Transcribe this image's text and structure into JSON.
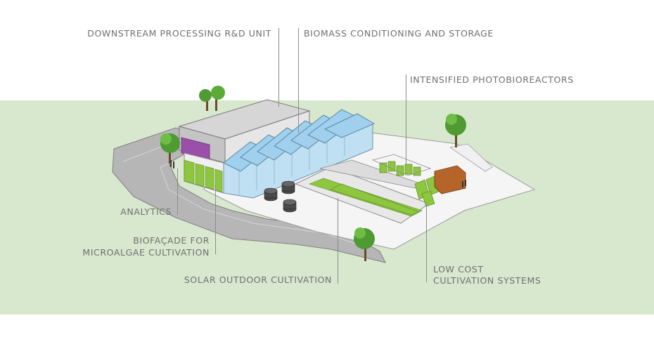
{
  "labels": {
    "downstream": "DOWNSTREAM PROCESSING R&D UNIT",
    "biomass": "BIOMASS CONDITIONING AND STORAGE",
    "photobioreactors": "INTENSIFIED PHOTOBIOREACTORS",
    "analytics": "ANALYTICS",
    "biofacade_1": "BIOFAÇADE FOR",
    "biofacade_2": "MICROALGAE CULTIVATION",
    "solar": "SOLAR OUTDOOR CULTIVATION",
    "lowcost_1": "LOW COST",
    "lowcost_2": "CULTIVATION SYSTEMS"
  },
  "colors": {
    "background_band": "#d7e8cf",
    "road": "#b9b9b9",
    "platform": "#f4f4f4",
    "greenhouse_glass": "#9fd0ee",
    "building_roof": "#d9d9d9",
    "algae_green": "#8dc63f",
    "tree_green": "#4f9a32",
    "label_text": "#6f6f6f",
    "purple_block": "#9a4fa8"
  }
}
